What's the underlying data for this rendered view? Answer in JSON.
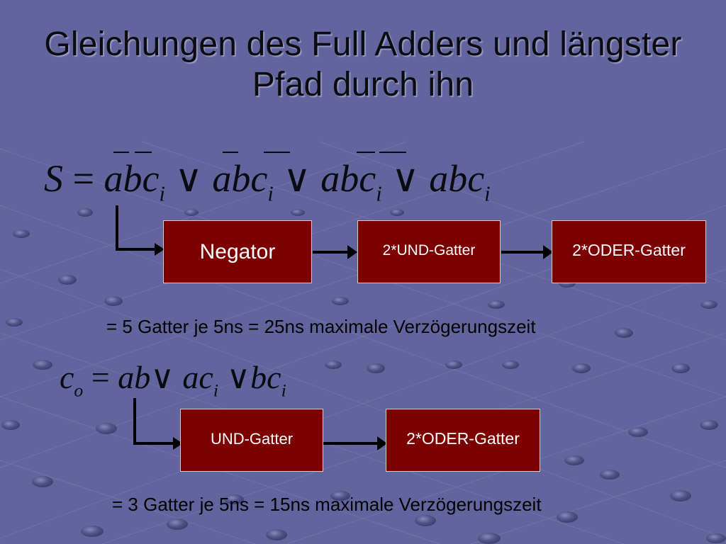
{
  "title": "Gleichungen des Full Adders und längster Pfad durch ihn",
  "equation_sum": {
    "lhs": "S",
    "eq": "=",
    "terms": [
      "abc",
      "abc",
      "abc",
      "abc"
    ],
    "sub": "i",
    "op": "∨"
  },
  "equation_carry": {
    "lhs": "c",
    "lhs_sub": "o",
    "eq": "=",
    "terms": [
      "ab",
      "ac",
      "bc"
    ],
    "sub": "i",
    "op": "∨"
  },
  "path_sum": {
    "boxes": [
      "Negator",
      "2*UND-Gatter",
      "2*ODER-Gatter"
    ],
    "result": "= 5 Gatter je 5ns = 25ns maximale Verzögerungszeit"
  },
  "path_carry": {
    "boxes": [
      "UND-Gatter",
      "2*ODER-Gatter"
    ],
    "result": "= 3 Gatter je 5ns = 15ns maximale Verzögerungszeit"
  },
  "colors": {
    "background": "#62659d",
    "box_fill": "#7d0000",
    "box_text": "#ffffff"
  }
}
